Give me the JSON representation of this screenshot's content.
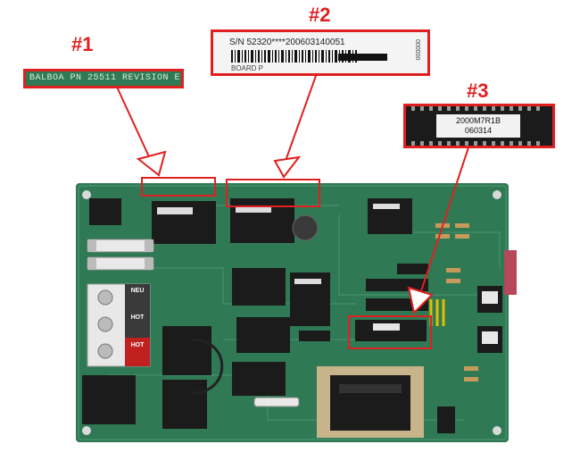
{
  "callouts": [
    {
      "label": "#1"
    },
    {
      "label": "#2"
    },
    {
      "label": "#3"
    }
  ],
  "inset1": {
    "text": "BALBOA  PN  25511  REVISION  E"
  },
  "inset2": {
    "serial": "S/N  52320****200603140051",
    "bottom": "BOARD P",
    "side": "000000"
  },
  "inset3": {
    "line1": "2000M7R1B",
    "line2": "060314"
  },
  "terminal": {
    "row1": "NEU",
    "row2": "HOT",
    "row3": "HOT"
  },
  "colors": {
    "accent_red": "#e02020",
    "pcb_green": "#2f7a55",
    "chip_black": "#1b1b1b"
  }
}
